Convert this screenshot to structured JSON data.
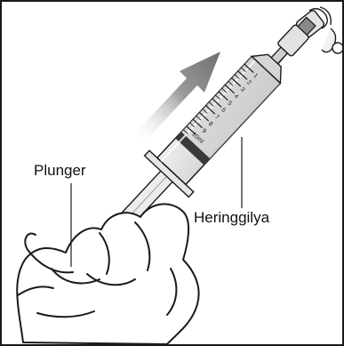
{
  "labels": {
    "plunger": "Plunger",
    "barrel": "Heringgilya"
  },
  "scale_marks": [
    "1",
    "2",
    "3",
    "4",
    "5",
    "6",
    "7",
    "8",
    "9",
    "10ml"
  ],
  "colors": {
    "outline": "#1a1a1a",
    "barrel_fill": "#d9d9d9",
    "barrel_shade": "#bdbdbd",
    "arrow": "#7f7f7f",
    "background": "#ffffff"
  },
  "icons": {
    "direction_arrow": "arrow-up-right-icon"
  }
}
